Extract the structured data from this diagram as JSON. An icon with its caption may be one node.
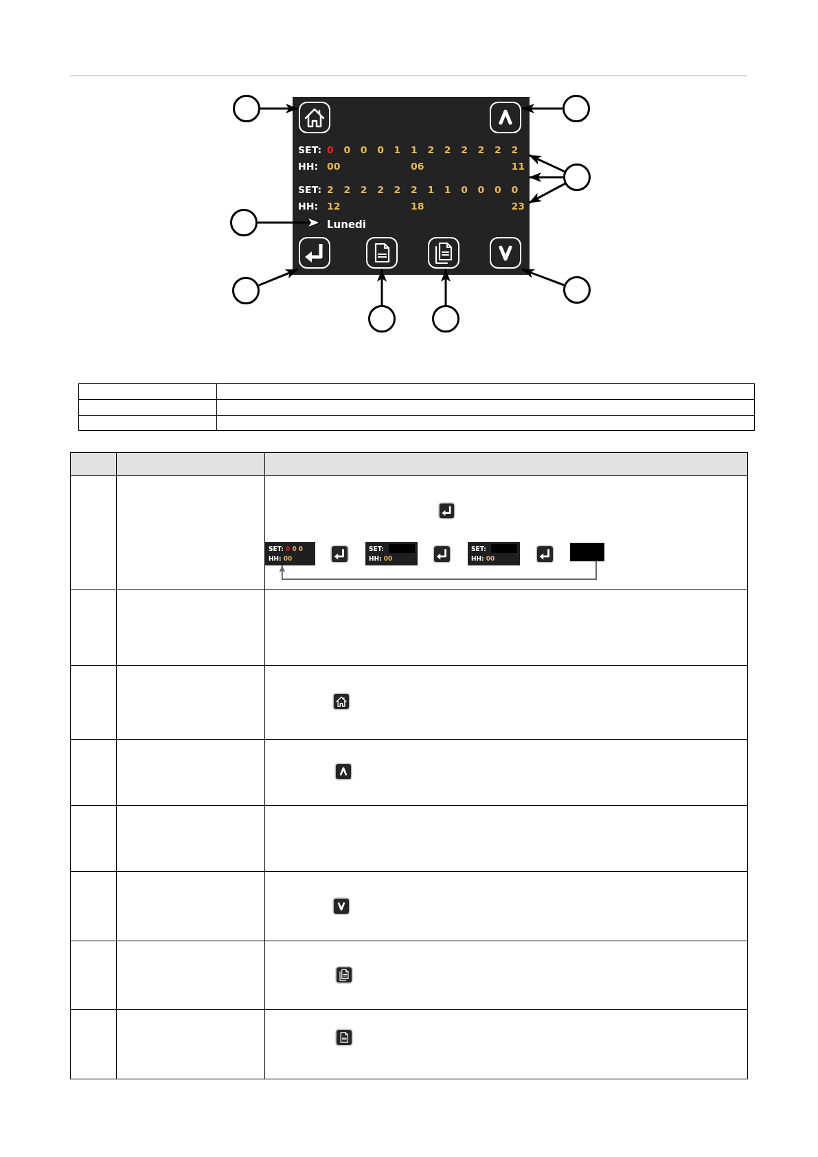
{
  "diagram": {
    "nodes": [
      {
        "text": [],
        "shape": "box"
      },
      {
        "text": [],
        "shape": "box",
        "in": 0
      },
      {
        "text": [],
        "shape": "box",
        "in": 0
      },
      {
        "text": [
          "SET: 0 0 0 0 1 1 2 2 2 2 2 2",
          "HH: 00 06 11",
          "SET: 2 2 2 2 2 2 1 1 0 0 0 0",
          "HH: 12 18 23"
        ],
        "in": 0
      },
      {
        "text": [
          "Lunedi"
        ],
        "in": 0
      },
      {
        "text": [],
        "shape": "box",
        "in": 0
      },
      {
        "text": [],
        "shape": "box",
        "in": 0
      },
      {
        "text": [],
        "shape": "box",
        "in": 0
      },
      {
        "text": [],
        "shape": "box",
        "in": 0
      },
      {
        "text": [],
        "shape": "circle"
      },
      {
        "text": [],
        "shape": "circle"
      },
      {
        "text": [],
        "shape": "circle"
      },
      {
        "text": [],
        "shape": "circle"
      },
      {
        "text": [],
        "shape": "circle"
      },
      {
        "text": [],
        "shape": "circle"
      },
      {
        "text": [],
        "shape": "circle"
      },
      {
        "text": [],
        "shape": "circle"
      },
      {
        "text": [
          "SET: 0 0 0",
          "HH: 00"
        ]
      },
      {
        "text": [
          "SET:",
          "HH: 00"
        ]
      },
      {
        "text": [
          "SET:",
          "HH: 00"
        ]
      },
      {
        "text": [],
        "shape": "box"
      }
    ],
    "edges": [
      {
        "from": 9,
        "to": 1,
        "arrow": "to"
      },
      {
        "from": 10,
        "to": 2,
        "arrow": "to"
      },
      {
        "from": 11,
        "to": 3,
        "arrow": "to"
      },
      {
        "from": 11,
        "to": 3,
        "arrow": "to"
      },
      {
        "from": 11,
        "to": 3,
        "arrow": "to"
      },
      {
        "from": 12,
        "to": 4,
        "arrow": "to"
      },
      {
        "from": 13,
        "to": 5,
        "arrow": "to"
      },
      {
        "from": 14,
        "to": 6,
        "arrow": "to"
      },
      {
        "from": 15,
        "to": 7,
        "arrow": "to"
      },
      {
        "from": 16,
        "to": 8,
        "arrow": "to"
      },
      {
        "from": 20,
        "to": 17,
        "arrow": "to",
        "color": "#666666"
      }
    ]
  }
}
